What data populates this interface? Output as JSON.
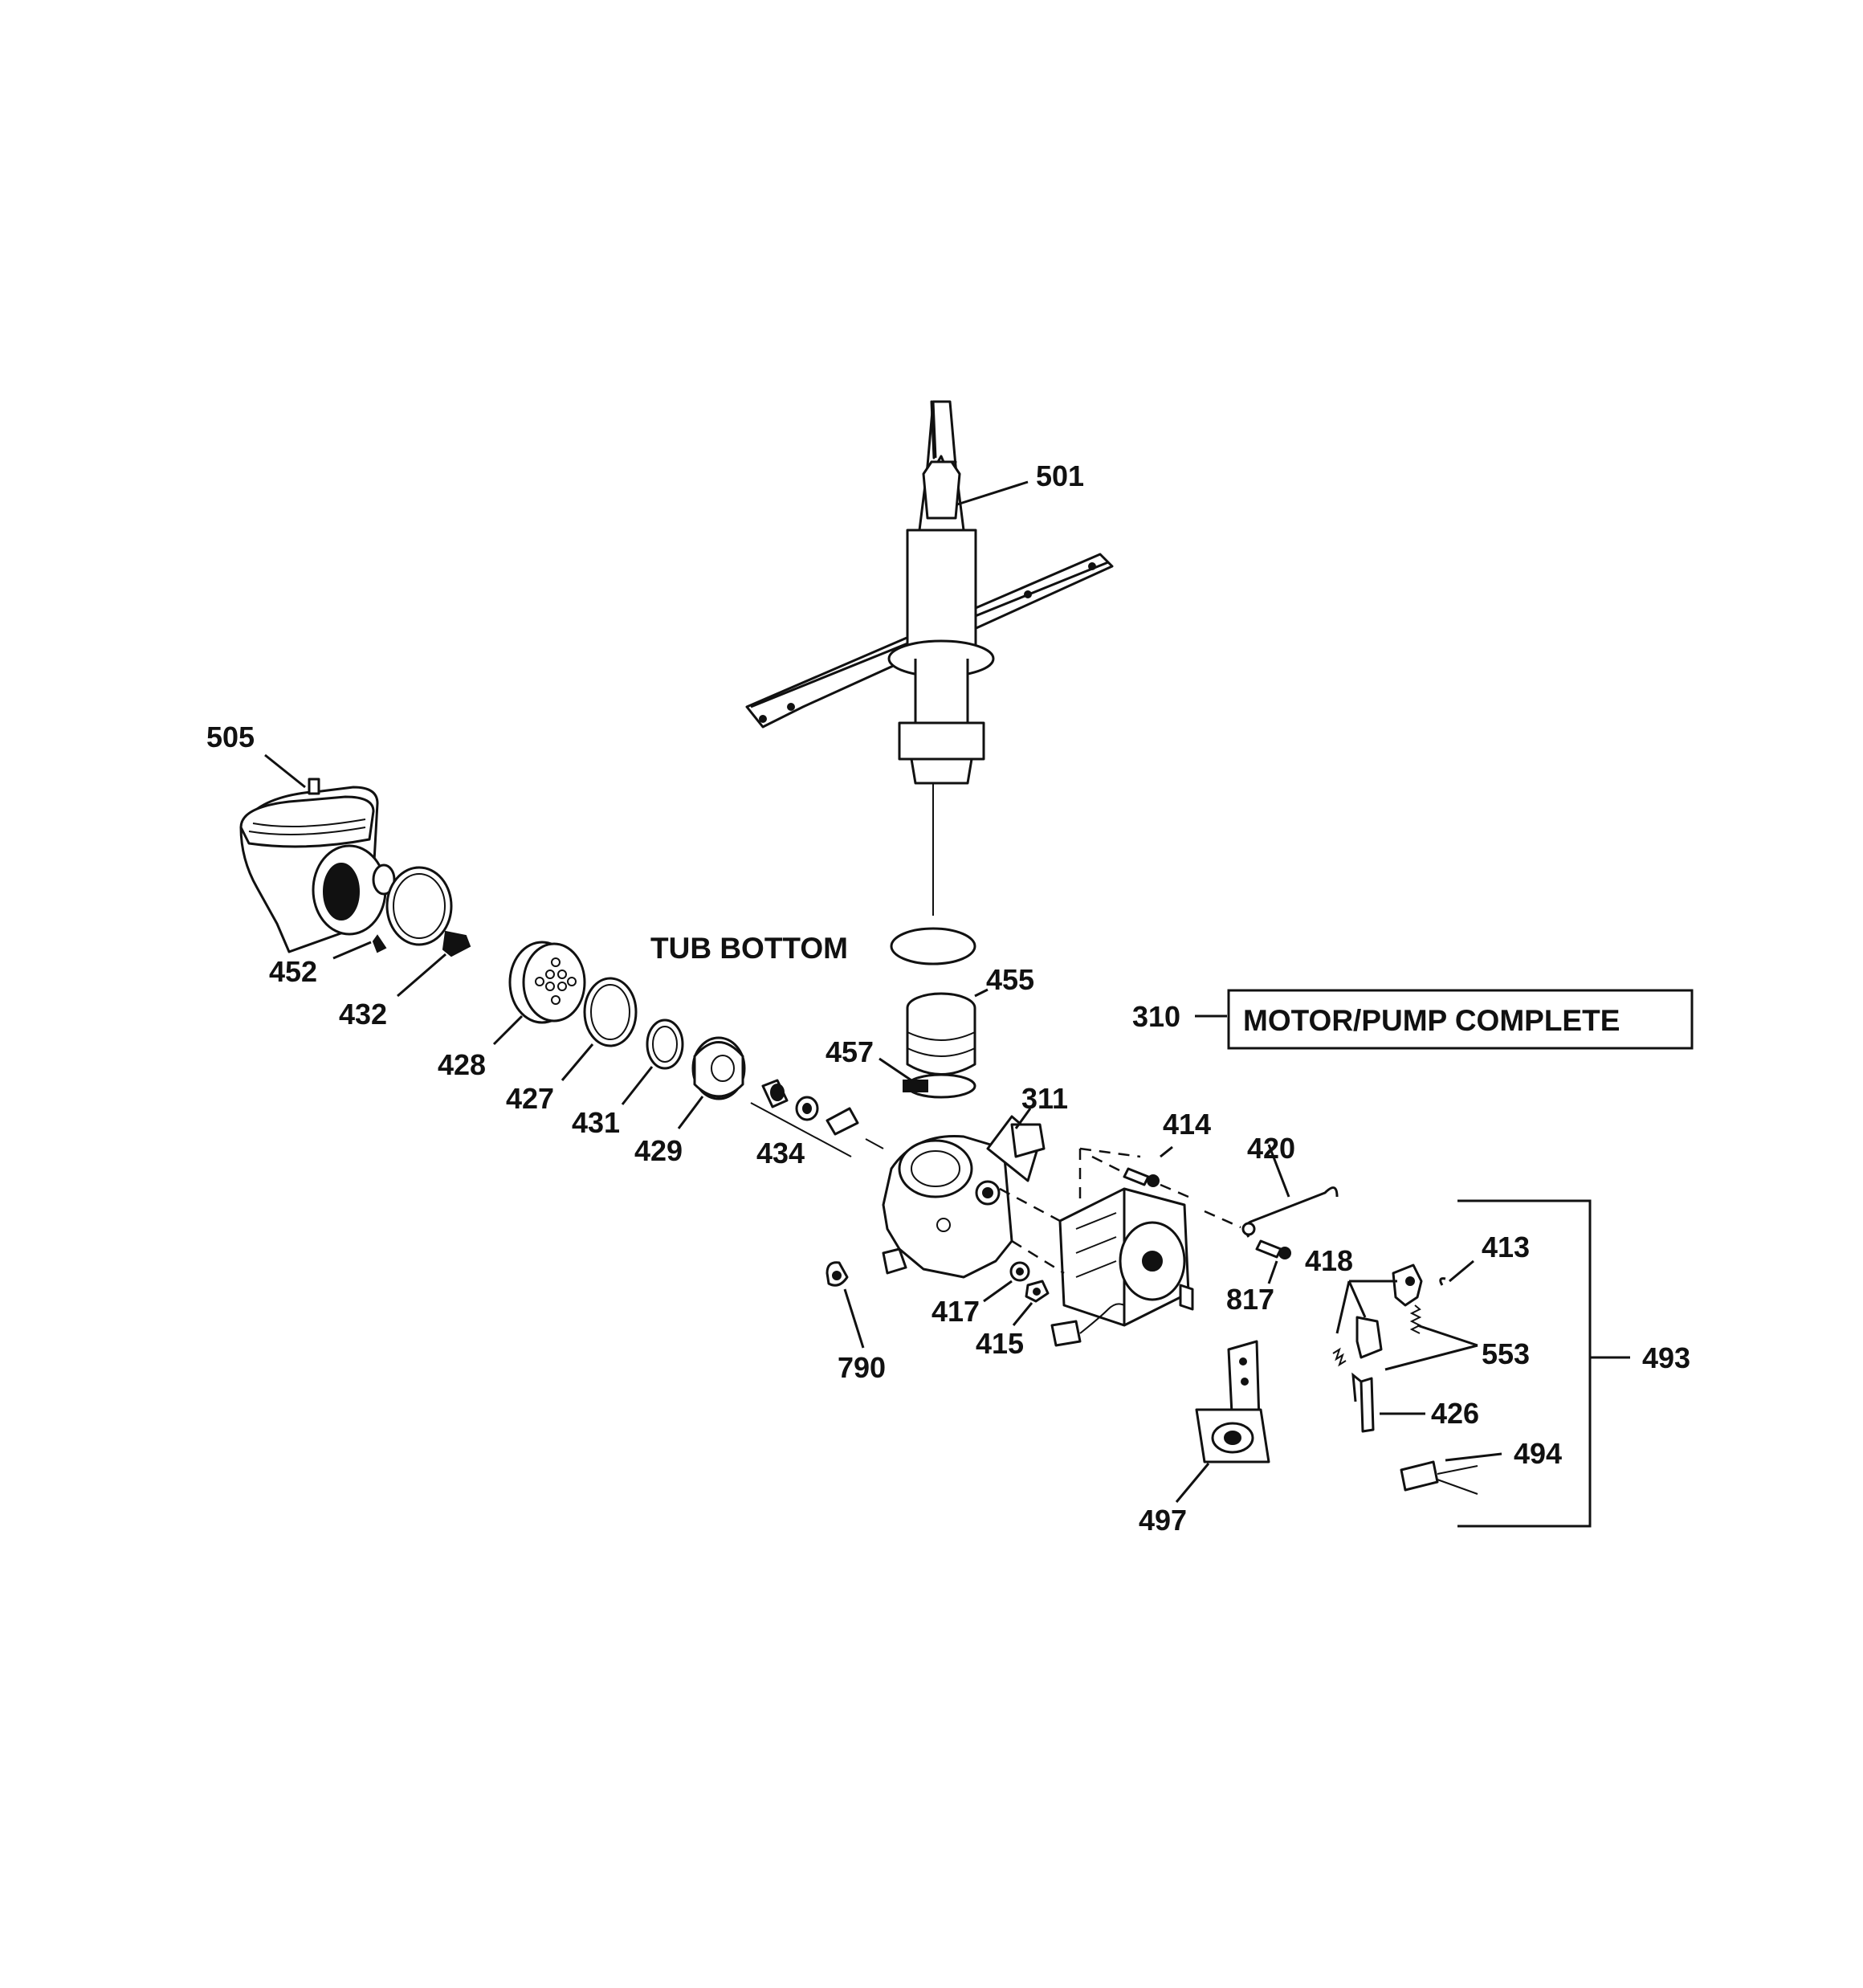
{
  "diagram": {
    "tub_bottom_label": "TUB BOTTOM",
    "motor_pump_label": "MOTOR/PUMP COMPLETE",
    "callouts": {
      "c501": "501",
      "c505": "505",
      "c452": "452",
      "c432": "432",
      "c428": "428",
      "c427": "427",
      "c431": "431",
      "c429": "429",
      "c434": "434",
      "c455": "455",
      "c457": "457",
      "c311": "311",
      "c310": "310",
      "c414": "414",
      "c420": "420",
      "c413": "413",
      "c418": "418",
      "c817": "817",
      "c417": "417",
      "c415": "415",
      "c790": "790",
      "c553": "553",
      "c493": "493",
      "c426": "426",
      "c494": "494",
      "c497": "497"
    }
  }
}
